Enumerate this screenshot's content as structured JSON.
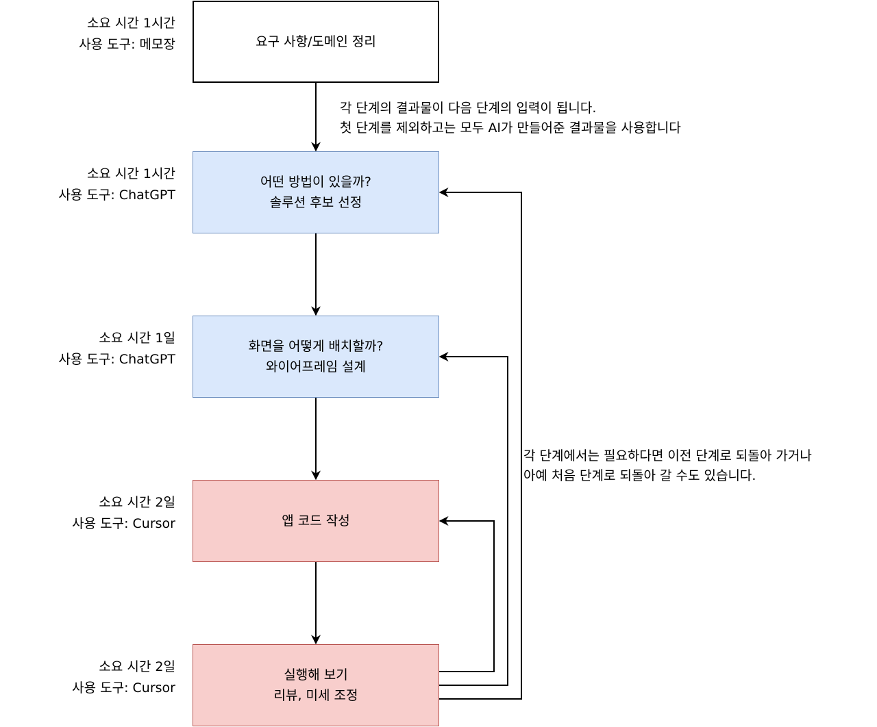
{
  "diagram": {
    "colors": {
      "white_fill": "#ffffff",
      "white_stroke": "#000000",
      "blue_fill": "#dae8fc",
      "blue_stroke": "#6c8ebf",
      "red_fill": "#f8cecc",
      "red_stroke": "#b85450",
      "edge": "#000000"
    },
    "steps": [
      {
        "lines": [
          "요구 사항/도메인 정리"
        ],
        "time": "소요 시간 1시간",
        "tool": "사용 도구: 메모장",
        "style": "white"
      },
      {
        "lines": [
          "어떤 방법이 있을까?",
          "솔루션 후보 선정"
        ],
        "time": "소요 시간 1시간",
        "tool": "사용 도구: ChatGPT",
        "style": "blue"
      },
      {
        "lines": [
          "화면을 어떻게 배치할까?",
          "와이어프레임 설계"
        ],
        "time": "소요 시간 1일",
        "tool": "사용 도구: ChatGPT",
        "style": "blue"
      },
      {
        "lines": [
          "앱 코드 작성"
        ],
        "time": "소요 시간 2일",
        "tool": "사용 도구: Cursor",
        "style": "red"
      },
      {
        "lines": [
          "실행해 보기",
          "리뷰, 미세 조정"
        ],
        "time": "소요 시간 2일",
        "tool": "사용 도구: Cursor",
        "style": "red"
      }
    ],
    "notes": {
      "flow_note": [
        "각 단계의 결과물이 다음 단계의 입력이 됩니다.",
        "첫 단계를 제외하고는 모두 AI가 만들어준 결과물을 사용합니다"
      ],
      "feedback_note": [
        "각 단계에서는 필요하다면 이전 단계로 되돌아 가거나",
        "아예 처음 단계로 되돌아 갈 수도 있습니다."
      ]
    },
    "edges": {
      "forward": [
        [
          0,
          1
        ],
        [
          1,
          2
        ],
        [
          2,
          3
        ],
        [
          3,
          4
        ]
      ],
      "feedback": [
        [
          4,
          3
        ],
        [
          4,
          2
        ],
        [
          4,
          1
        ]
      ]
    }
  }
}
